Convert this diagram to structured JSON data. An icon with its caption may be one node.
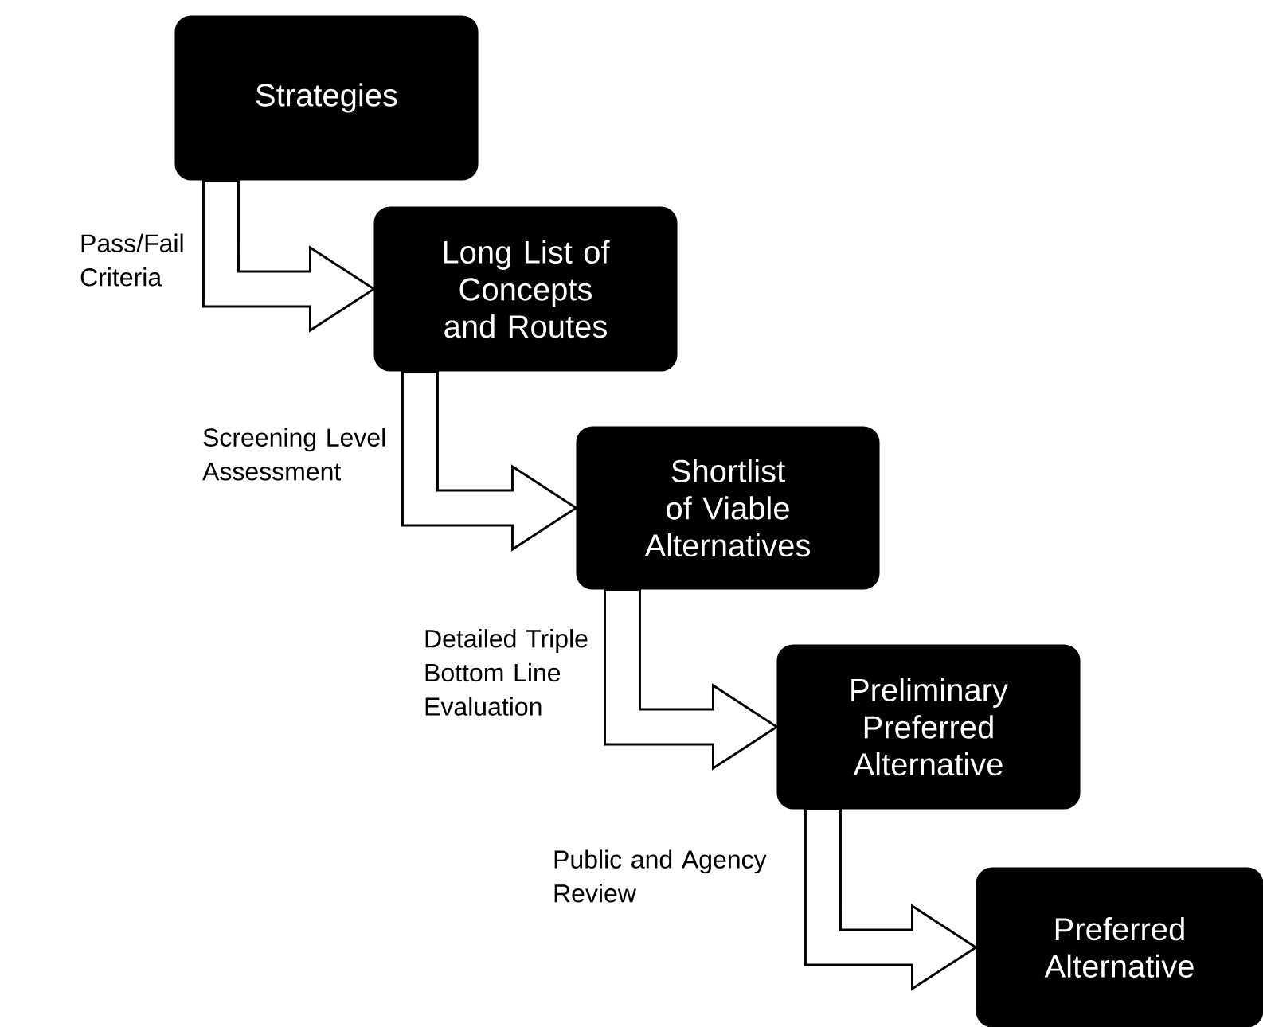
{
  "diagram": {
    "nodes": [
      {
        "text": [
          "Strategies"
        ]
      },
      {
        "text": [
          "Long List of Concepts and Routes"
        ]
      },
      {
        "text": [
          "Shortlist of Viable Alternatives"
        ]
      },
      {
        "text": [
          "Preliminary Preferred Alternative"
        ]
      },
      {
        "text": [
          "Preferred Alternative"
        ]
      }
    ],
    "edges": [
      {
        "from": 0,
        "to": 1,
        "arrow": "to",
        "label": "Pass/Fail Criteria"
      },
      {
        "from": 1,
        "to": 2,
        "arrow": "to",
        "label": "Screening Level Assessment"
      },
      {
        "from": 2,
        "to": 3,
        "arrow": "to",
        "label": "Detailed Triple Bottom Line Evaluation"
      },
      {
        "from": 3,
        "to": 4,
        "arrow": "to",
        "label": "Public and Agency Review"
      }
    ]
  }
}
